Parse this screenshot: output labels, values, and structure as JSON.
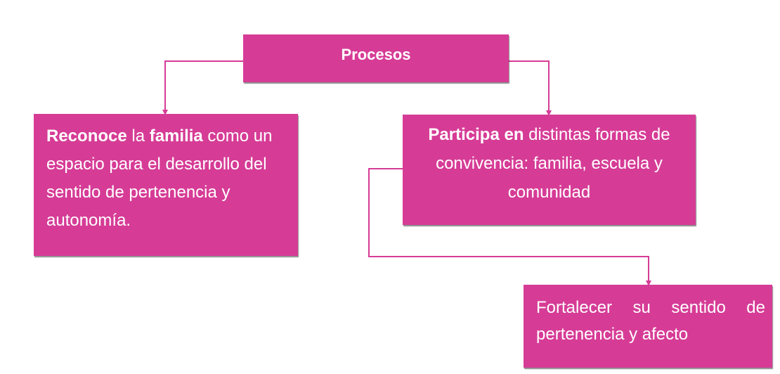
{
  "colors": {
    "box_fill": "#d63c96",
    "text": "#ffffff",
    "connector": "#d63c96"
  },
  "nodes": {
    "procesos": {
      "label": "Procesos"
    },
    "reconoce": {
      "bold1": "Reconoce",
      "text1": " la ",
      "bold2": "familia",
      "text2": " como un espacio para el desarrollo del sentido de pertenencia y autonomía."
    },
    "participa": {
      "bold1": "Participa en",
      "text1": " distintas formas de convivencia: familia, escuela y comunidad"
    },
    "fortalecer": {
      "text": "Fortalecer su sentido de pertenencia y afecto"
    }
  },
  "edges": [
    {
      "from": "procesos",
      "to": "reconoce"
    },
    {
      "from": "procesos",
      "to": "participa"
    },
    {
      "from": "participa",
      "to": "fortalecer"
    }
  ]
}
